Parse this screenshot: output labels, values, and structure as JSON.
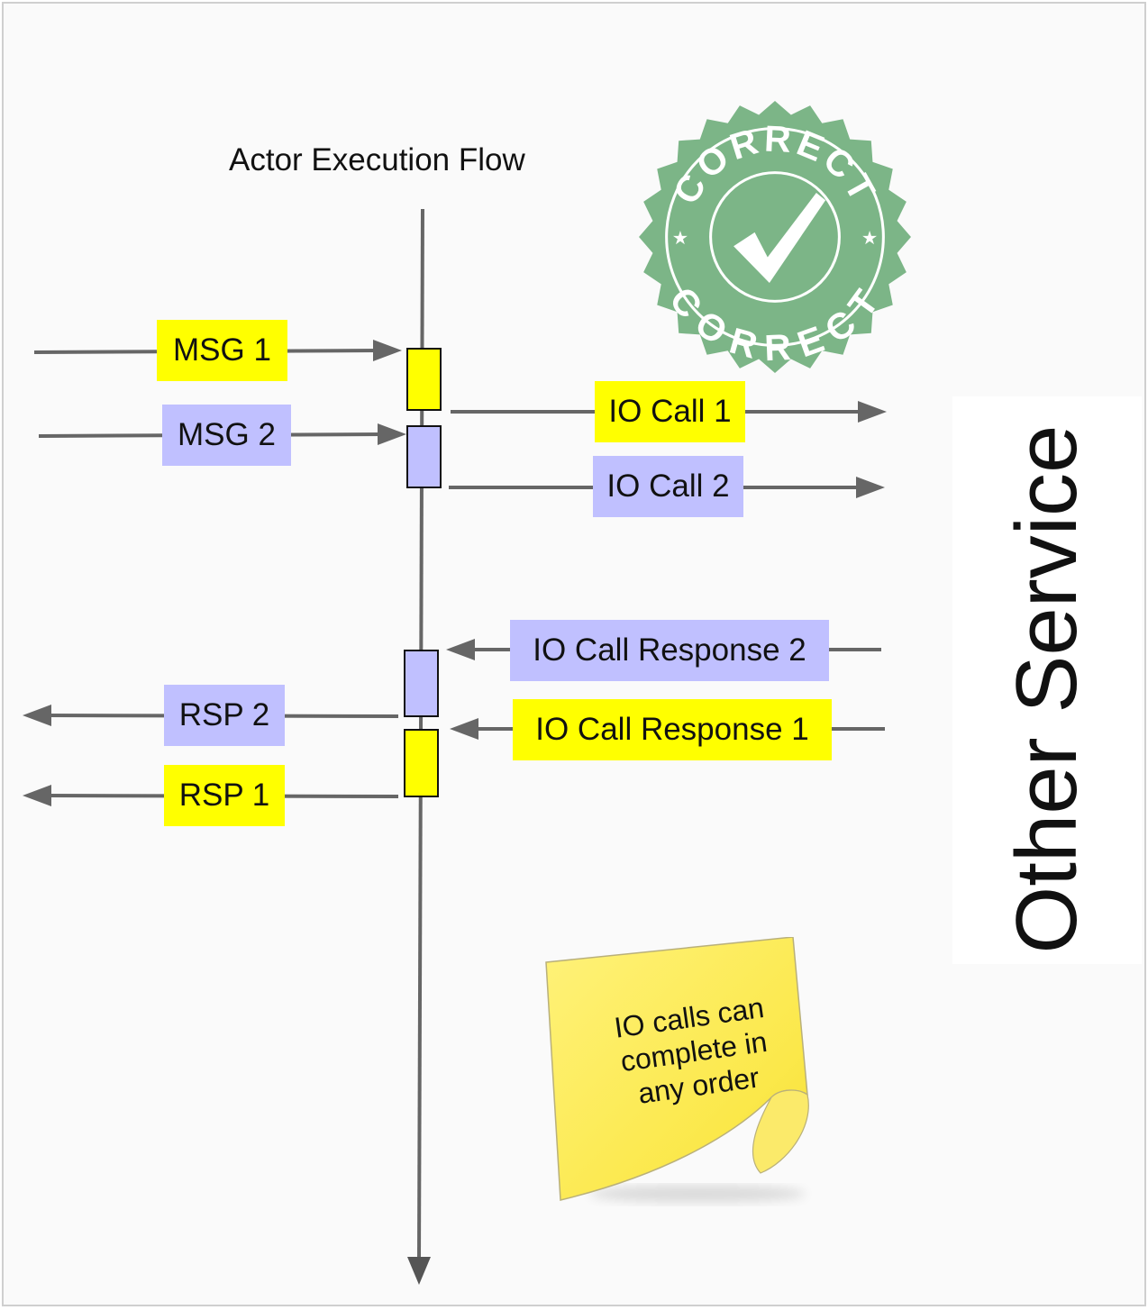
{
  "diagram": {
    "title": "Actor Execution Flow",
    "other_service": "Other Service",
    "stamp": {
      "top_text": "CORRECT",
      "bottom_text": "CORRECT",
      "icon": "check-icon",
      "color": "#7cb587"
    },
    "note": {
      "text": "IO calls can complete in any order",
      "color": "#fff27a"
    },
    "colors": {
      "yellow": "#ffff00",
      "lavender": "#c0c0ff",
      "arrow": "#666666"
    },
    "incoming_messages": [
      {
        "label": "MSG 1",
        "color": "yellow"
      },
      {
        "label": "MSG 2",
        "color": "lavender"
      }
    ],
    "io_calls": [
      {
        "label": "IO Call 1",
        "color": "yellow"
      },
      {
        "label": "IO Call 2",
        "color": "lavender"
      }
    ],
    "io_responses": [
      {
        "label": "IO Call Response 2",
        "color": "lavender"
      },
      {
        "label": "IO Call Response 1",
        "color": "yellow"
      }
    ],
    "responses": [
      {
        "label": "RSP 2",
        "color": "lavender"
      },
      {
        "label": "RSP 1",
        "color": "yellow"
      }
    ]
  }
}
